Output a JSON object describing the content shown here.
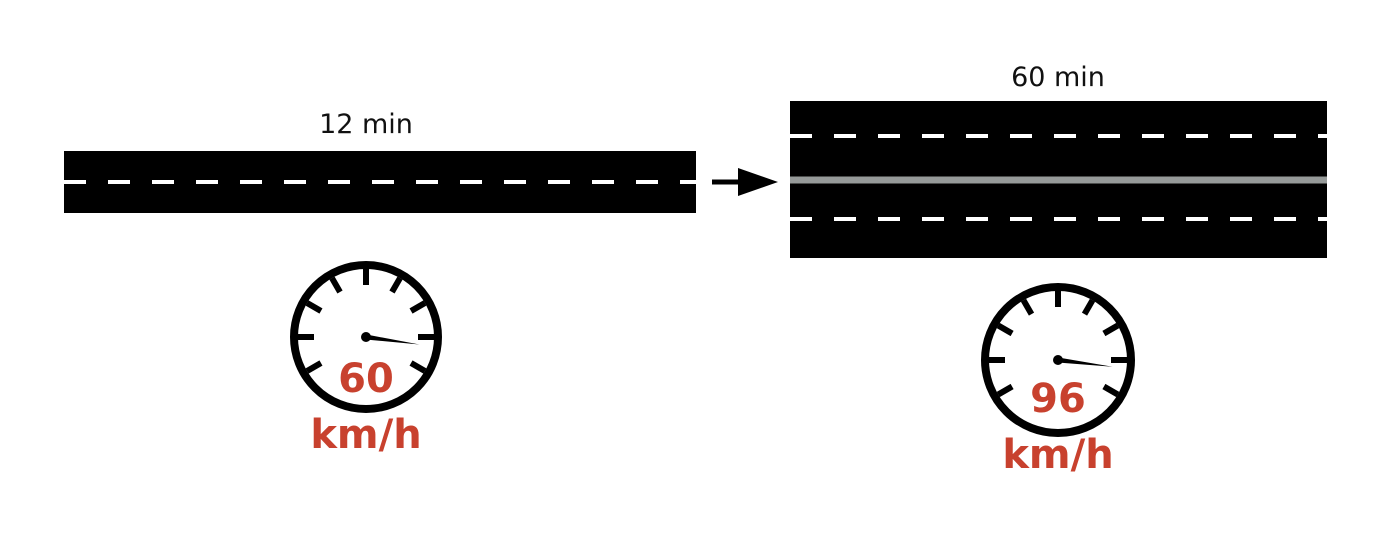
{
  "before": {
    "time_label": "12 min",
    "speed_value": "60",
    "speed_unit": "km/h",
    "lanes": 2
  },
  "after": {
    "time_label": "60 min",
    "speed_value": "96",
    "speed_unit": "km/h",
    "lanes": 4
  },
  "transition_icon": "right-arrow-icon",
  "colors": {
    "road": "#000000",
    "lane_marking": "#ffffff",
    "median": "#969a99",
    "speed_text": "#c8412e",
    "gauge": "#000000"
  }
}
